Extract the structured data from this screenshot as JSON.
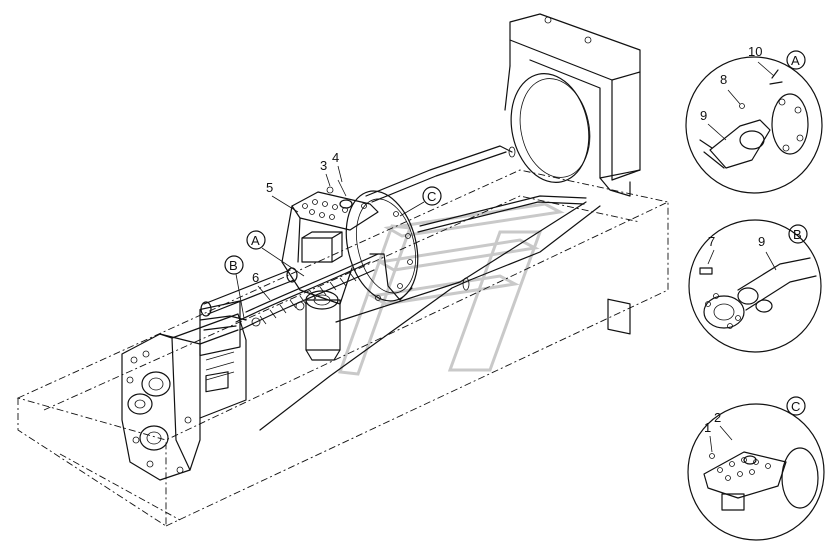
{
  "callouts": {
    "c1": "1",
    "c2": "2",
    "c3": "3",
    "c4": "4",
    "c5": "5",
    "c6": "6",
    "c7": "7",
    "c8": "8",
    "c9a": "9",
    "c9b": "9",
    "c10": "10"
  },
  "view_markers": {
    "main_a": "A",
    "main_b": "B",
    "main_c": "C",
    "detail_a": "A",
    "detail_b": "B",
    "detail_c": "C"
  }
}
